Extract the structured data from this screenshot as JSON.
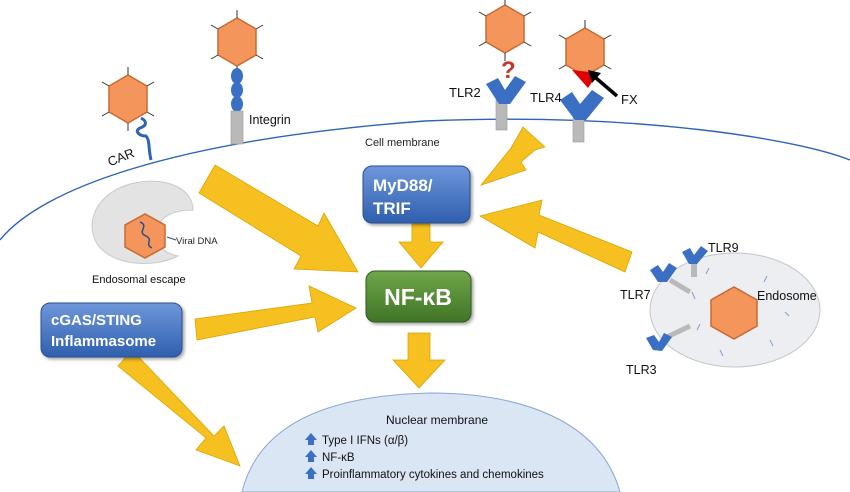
{
  "labels": {
    "cell_membrane": "Cell membrane",
    "car": "CAR",
    "integrin": "Integrin",
    "tlr2": "TLR2",
    "tlr4": "TLR4",
    "fx": "FX",
    "question_mark": "?",
    "viral_dna": "Viral DNA",
    "endosomal_escape": "Endosomal escape",
    "endosome": "Endosome",
    "tlr9": "TLR9",
    "tlr7": "TLR7",
    "tlr3": "TLR3",
    "nuclear_membrane": "Nuclear membrane"
  },
  "boxes": {
    "myd88_line1": "MyD88/",
    "myd88_line2": "TRIF",
    "nfkb": "NF-κB",
    "cgas_line1": "cGAS/STING",
    "cgas_line2": "Inflammasome"
  },
  "nucleus_items": [
    "Type I IFNs (α/β)",
    "NF-κB",
    "Proinflammatory cytokines and chemokines"
  ],
  "colors": {
    "virus_fill": "#f4955c",
    "virus_stroke": "#c96a33",
    "arrow": "#f6c021",
    "receptor_blue": "#3a6fc4",
    "stalk_gray": "#b9b9b9",
    "box_blue": "#3d6fc0",
    "box_green": "#4f8a33",
    "nucleus_fill": "#dbe6f4",
    "red_arrow": "#e00000"
  }
}
